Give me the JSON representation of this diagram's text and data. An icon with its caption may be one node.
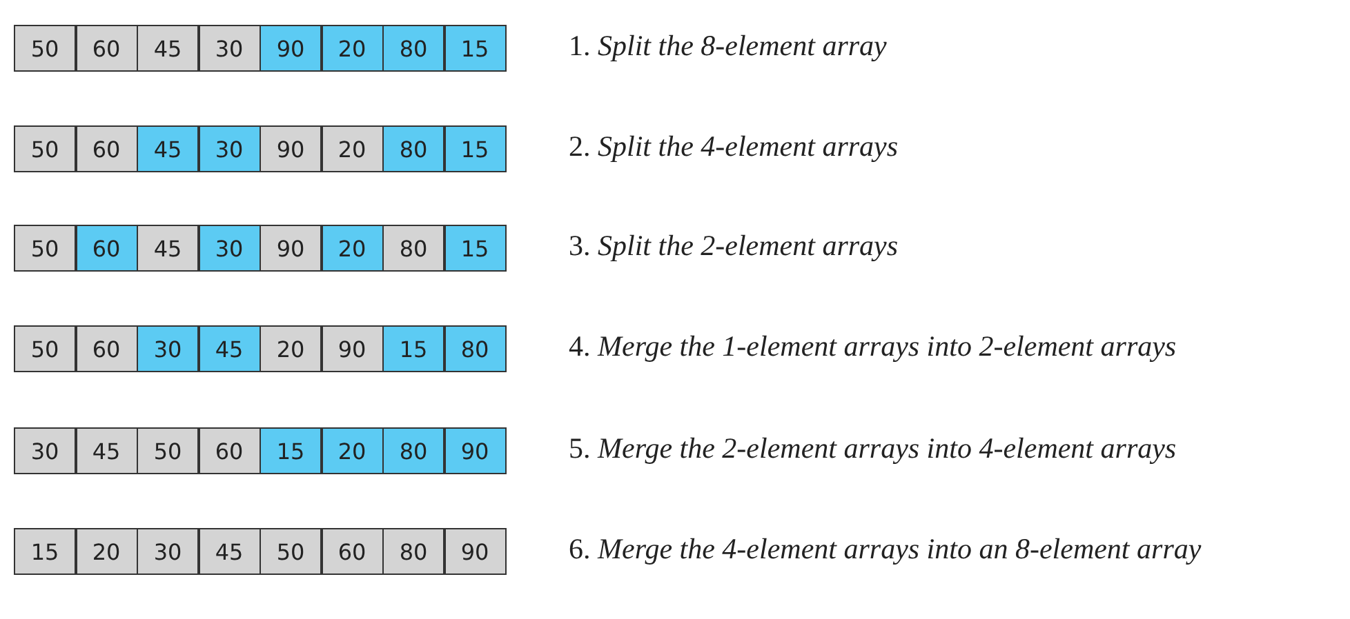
{
  "diagram": {
    "nodes": [
      {
        "text": [
          "50"
        ]
      },
      {
        "text": [
          "60"
        ]
      },
      {
        "text": [
          "45"
        ]
      },
      {
        "text": [
          "30"
        ]
      },
      {
        "text": [
          "90"
        ]
      },
      {
        "text": [
          "20"
        ]
      },
      {
        "text": [
          "80"
        ]
      },
      {
        "text": [
          "15"
        ]
      },
      {
        "text": [
          "50"
        ]
      },
      {
        "text": [
          "60"
        ]
      },
      {
        "text": [
          "45"
        ]
      },
      {
        "text": [
          "30"
        ]
      },
      {
        "text": [
          "90"
        ]
      },
      {
        "text": [
          "20"
        ]
      },
      {
        "text": [
          "80"
        ]
      },
      {
        "text": [
          "15"
        ]
      },
      {
        "text": [
          "50"
        ]
      },
      {
        "text": [
          "60"
        ]
      },
      {
        "text": [
          "45"
        ]
      },
      {
        "text": [
          "30"
        ]
      },
      {
        "text": [
          "90"
        ]
      },
      {
        "text": [
          "20"
        ]
      },
      {
        "text": [
          "80"
        ]
      },
      {
        "text": [
          "15"
        ]
      },
      {
        "text": [
          "50"
        ]
      },
      {
        "text": [
          "60"
        ]
      },
      {
        "text": [
          "30"
        ]
      },
      {
        "text": [
          "45"
        ]
      },
      {
        "text": [
          "20"
        ]
      },
      {
        "text": [
          "90"
        ]
      },
      {
        "text": [
          "15"
        ]
      },
      {
        "text": [
          "80"
        ]
      },
      {
        "text": [
          "30"
        ]
      },
      {
        "text": [
          "45"
        ]
      },
      {
        "text": [
          "50"
        ]
      },
      {
        "text": [
          "60"
        ]
      },
      {
        "text": [
          "15"
        ]
      },
      {
        "text": [
          "20"
        ]
      },
      {
        "text": [
          "80"
        ]
      },
      {
        "text": [
          "90"
        ]
      },
      {
        "text": [
          "15"
        ]
      },
      {
        "text": [
          "20"
        ]
      },
      {
        "text": [
          "30"
        ]
      },
      {
        "text": [
          "45"
        ]
      },
      {
        "text": [
          "50"
        ]
      },
      {
        "text": [
          "60"
        ]
      },
      {
        "text": [
          "80"
        ]
      },
      {
        "text": [
          "90"
        ]
      }
    ],
    "labels": [
      "1. *Split the 8-element array*",
      "2. *Split the 4-element arrays*",
      "3. *Split the 2-element arrays*",
      "4. *Merge the 1-element arrays into 2-element arrays*",
      "5. *Merge the 2-element arrays into 4-element arrays*",
      "6. *Merge the 4-element arrays into an 8-element array*"
    ]
  }
}
